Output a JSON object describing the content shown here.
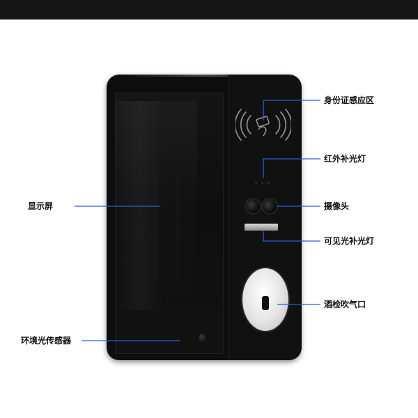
{
  "colors": {
    "top_bar": "#161616",
    "device_body": "#0d0d0d",
    "callout_line": "#2e5bd6",
    "label_text": "#111111"
  },
  "labels": {
    "id_card_area": "身份证感应区",
    "ir_light": "红外补光灯",
    "camera": "摄像头",
    "visible_light": "可见光补光灯",
    "breath_port": "酒检吹气口",
    "display": "显示屏",
    "light_sensor": "环境光传感器"
  },
  "icons": {
    "id_card": "nfc-card-icon",
    "camera": "dual-camera-lens-icon"
  }
}
